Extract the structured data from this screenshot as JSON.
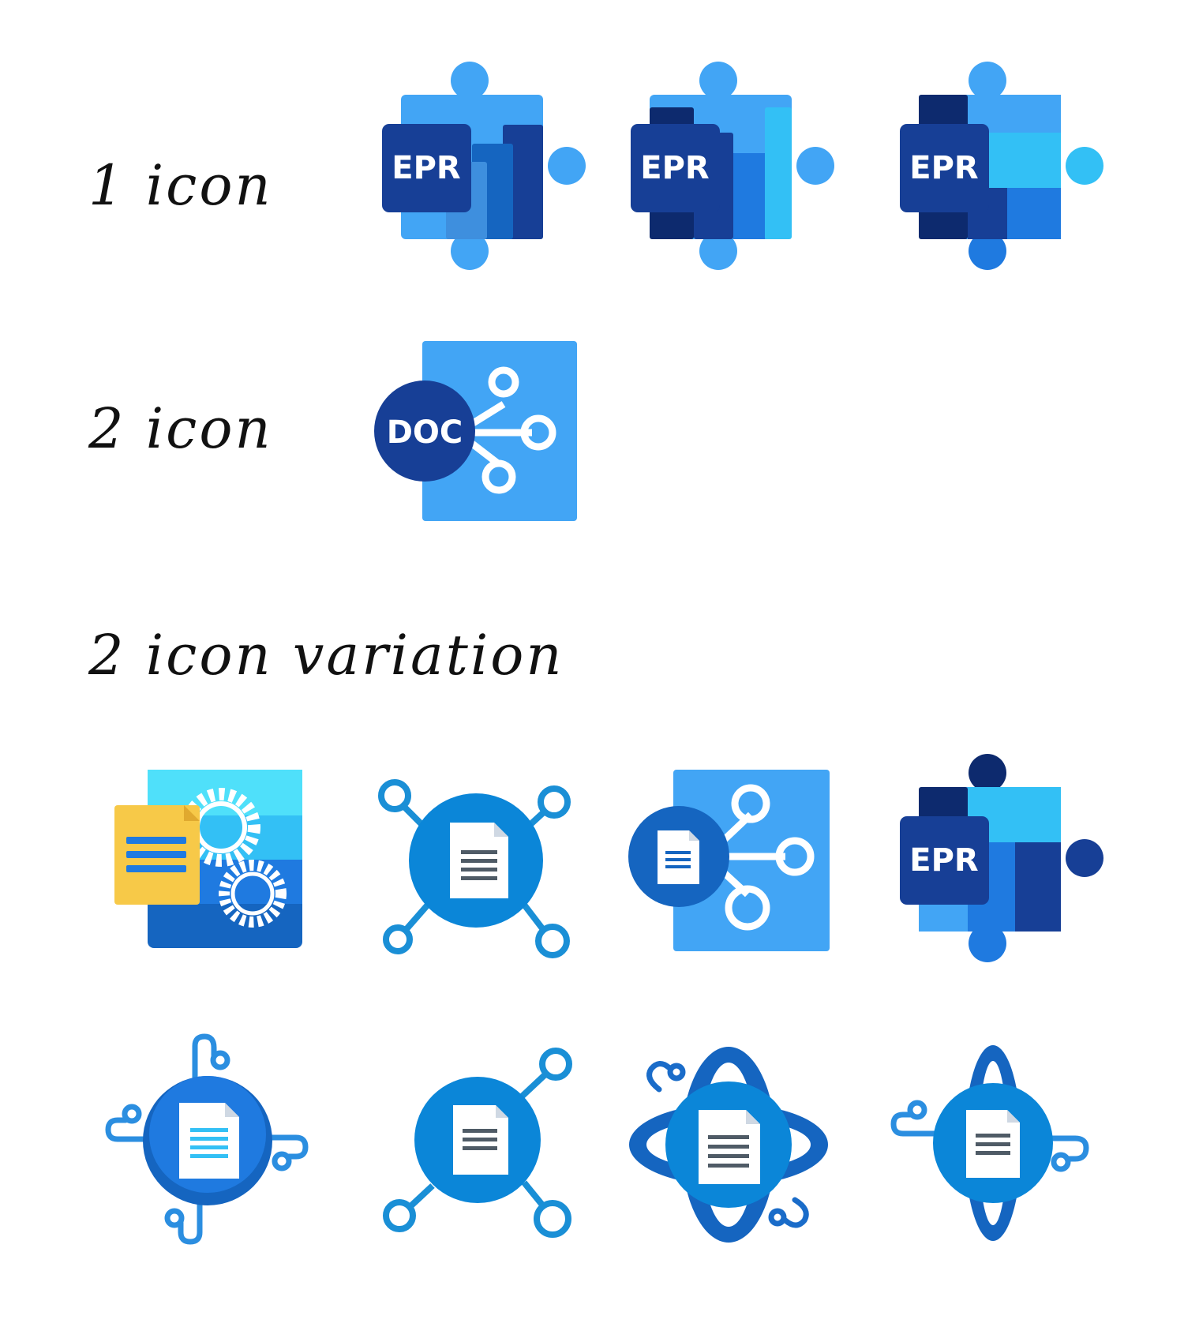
{
  "sections": [
    {
      "label": "1 icon"
    },
    {
      "label": "2 icon"
    },
    {
      "label": "2 icon variation"
    }
  ],
  "badges": {
    "epr": "EPR",
    "doc": "DOC"
  },
  "colors": {
    "background": "#ffffff",
    "heading_text": "#111111",
    "light_blue": "#42a5f5",
    "sky_blue": "#33c0f5",
    "mid_blue": "#1f7ae0",
    "royal_blue": "#1565c0",
    "dark_blue": "#173f96",
    "navy": "#0d2a6e",
    "cyan": "#4fe0fa",
    "document_yellow": "#f7c948",
    "document_white": "#ffffff",
    "document_lines": "#4f5b66"
  },
  "icons": [
    {
      "section": "1 icon",
      "name": "puzzle-epr-icon",
      "badge": "EPR"
    },
    {
      "section": "1 icon",
      "name": "puzzle-epr-bars-icon",
      "badge": "EPR"
    },
    {
      "section": "1 icon",
      "name": "puzzle-epr-split-icon",
      "badge": "EPR"
    },
    {
      "section": "2 icon",
      "name": "doc-share-icon",
      "badge": "DOC"
    },
    {
      "section": "2 icon variation",
      "name": "document-gears-icon"
    },
    {
      "section": "2 icon variation",
      "name": "document-network-icon"
    },
    {
      "section": "2 icon variation",
      "name": "document-share-icon"
    },
    {
      "section": "2 icon variation",
      "name": "puzzle-epr-split-icon",
      "badge": "EPR"
    },
    {
      "section": "2 icon variation",
      "name": "document-orbit-curly-icon"
    },
    {
      "section": "2 icon variation",
      "name": "document-network-diagonal-icon"
    },
    {
      "section": "2 icon variation",
      "name": "document-ring-orbit-icon"
    },
    {
      "section": "2 icon variation",
      "name": "document-vertical-orbit-icon"
    }
  ]
}
